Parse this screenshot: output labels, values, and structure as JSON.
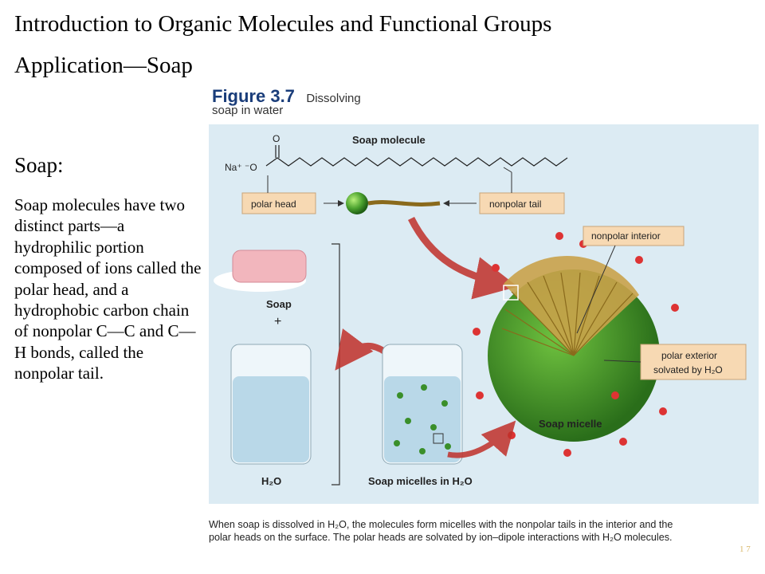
{
  "slide": {
    "title": "Introduction to Organic Molecules and Functional Groups",
    "subtitle": "Application—Soap",
    "heading": "Soap:",
    "body": "Soap molecules have two distinct parts—a hydrophilic  portion composed of ions called the polar head, and a hydrophobic carbon chain of nonpolar C—C and C—H bonds, called the nonpolar tail.",
    "page_number": "1 7"
  },
  "figure": {
    "number": "Figure 3.7",
    "desc_line1": "Dissolving",
    "desc_line2": "soap in water",
    "soap_molecule_label": "Soap molecule",
    "na_label": "Na⁺ ⁻O",
    "carbonyl_o": "O",
    "polar_head_label": "polar head",
    "nonpolar_tail_label": "nonpolar tail",
    "nonpolar_interior_label": "nonpolar interior",
    "polar_exterior_label_1": "polar exterior",
    "polar_exterior_label_2": "solvated by H₂O",
    "soap_label": "Soap",
    "plus": "+",
    "h2o_label": "H₂O",
    "soap_micelles_in_h2o_label": "Soap micelles in H₂O",
    "soap_micelle_label": "Soap micelle",
    "caption_line1": "When soap is dissolved in H₂O, the molecules form micelles with the nonpolar tails in the interior and the",
    "caption_line2": "polar heads on the surface. The polar heads are solvated by ion–dipole interactions with H₂O molecules.",
    "colors": {
      "panel_bg": "#dcebf3",
      "label_box": "#f7d9b3",
      "micelle_green": "#3a8f2a",
      "tail_brown": "#8a6a1c",
      "arrow_red": "#c0302a",
      "figure_blue": "#1a3d7a"
    }
  }
}
